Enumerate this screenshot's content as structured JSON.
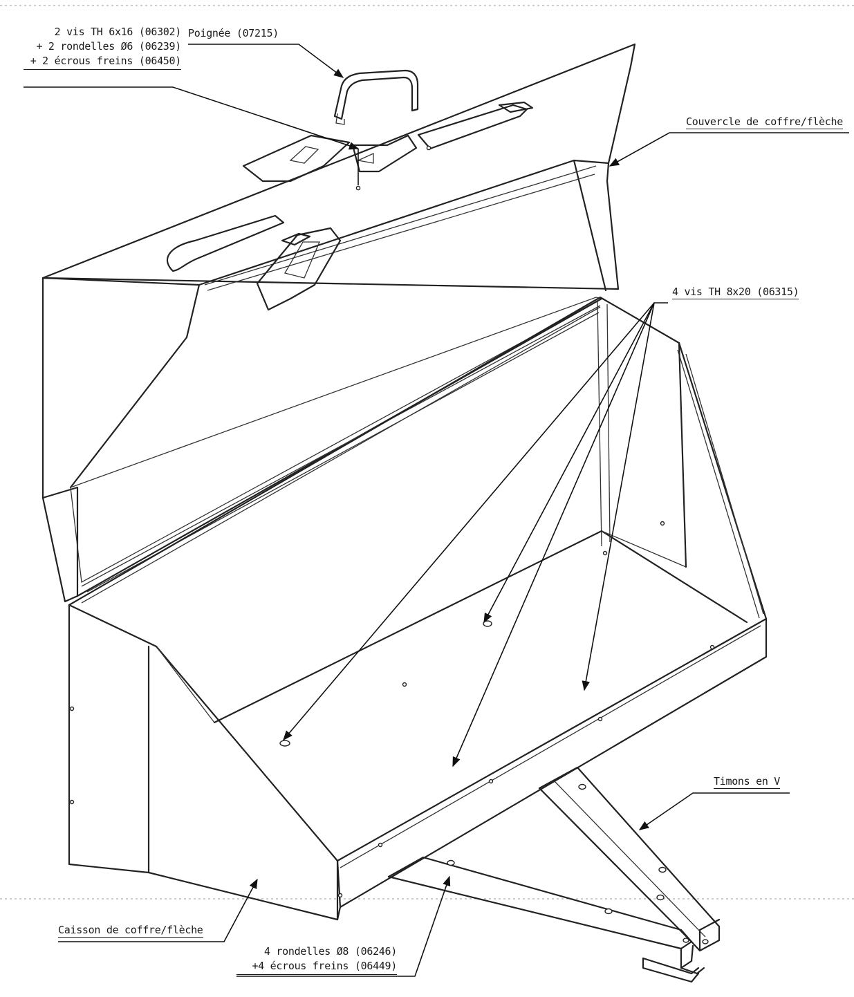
{
  "labels": {
    "screws_lid": {
      "line1": "2 vis TH 6x16 (06302)",
      "line2": "+ 2 rondelles Ø6 (06239)",
      "line3": "+ 2 écrous freins (06450)"
    },
    "handle": "Poignée (07215)",
    "lid": "Couvercle de coffre/flèche",
    "screws_box": "4 vis TH 8x20 (06315)",
    "drawbar": "Timons en V",
    "box": "Caisson de coffre/flèche",
    "washers": {
      "line1": "4 rondelles Ø8 (06246)",
      "line2": "+4 écrous freins (06449)"
    }
  },
  "colors": {
    "line": "#222222",
    "paper": "#ffffff"
  }
}
